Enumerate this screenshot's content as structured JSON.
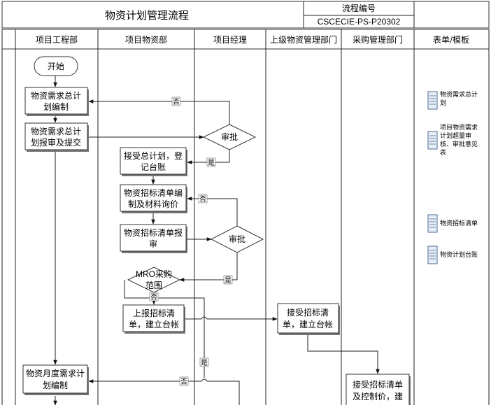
{
  "header": {
    "title": "物资计划管理流程",
    "code_label": "流程编号",
    "code_value": "CSCECIE-PS-P20302"
  },
  "lanes": [
    {
      "id": "eng",
      "label": "项目工程部"
    },
    {
      "id": "mat",
      "label": "项目物资部"
    },
    {
      "id": "mgr",
      "label": "项目经理"
    },
    {
      "id": "sup",
      "label": "上级物资管理部门"
    },
    {
      "id": "pur",
      "label": "采购管理部门"
    },
    {
      "id": "forms",
      "label": "表单/模板"
    }
  ],
  "nodes": {
    "start": "开始",
    "n1": [
      "物资需求总计",
      "划编制"
    ],
    "n2": [
      "物资需求总计",
      "划报审及提交"
    ],
    "d1": "审批",
    "n3": [
      "接受总计划，登",
      "记台账"
    ],
    "n4": [
      "物资招标清单编",
      "制及材料询价"
    ],
    "n5": [
      "物资招标清单报",
      "审"
    ],
    "d2": "审批",
    "d3": [
      "MRO采购",
      "范围"
    ],
    "n6": [
      "上报招标清",
      "单，建立台帐"
    ],
    "n7": [
      "接受招标清",
      "单，建立台帐"
    ],
    "n8": [
      "物资月度需求计",
      "划编制"
    ],
    "n9": [
      "接受招标清单",
      "及控制价，建"
    ]
  },
  "labels": {
    "no": "否",
    "yes": "是"
  },
  "documents": [
    {
      "id": "doc1",
      "lines": [
        "物资需求总计",
        "划"
      ]
    },
    {
      "id": "doc2",
      "lines": [
        "项目物资需求",
        "计划超量审",
        "核、审批意见",
        "表"
      ]
    },
    {
      "id": "doc3",
      "lines": [
        "物资招标清单"
      ]
    },
    {
      "id": "doc4",
      "lines": [
        "物资计划台账"
      ]
    }
  ]
}
